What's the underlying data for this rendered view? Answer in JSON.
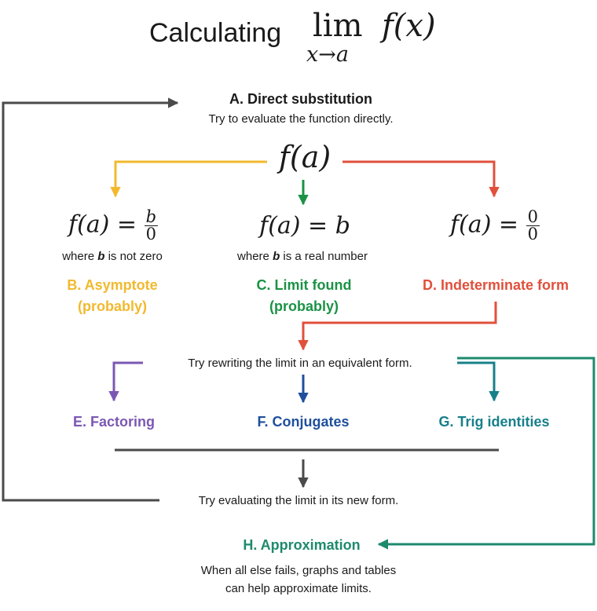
{
  "title": {
    "text": "Calculating",
    "lim": "lim",
    "lim_sub": "x→a",
    "func": "f(x)"
  },
  "step_a": {
    "heading": "A. Direct substitution",
    "desc": "Try to evaluate the function directly."
  },
  "fa_expr": "f(a)",
  "cases": {
    "left": {
      "lhs": "f(a) =",
      "num": "b",
      "den": "0",
      "where_pre": "where ",
      "where_var": "b",
      "where_post": " is not zero",
      "label_line1": "B. Asymptote",
      "label_line2": "(probably)"
    },
    "middle": {
      "expr": "f(a) = b",
      "where_pre": "where ",
      "where_var": "b",
      "where_post": " is a real number",
      "label_line1": "C. Limit found",
      "label_line2": "(probably)"
    },
    "right": {
      "lhs": "f(a) =",
      "num": "0",
      "den": "0",
      "label": "D. Indeterminate form"
    }
  },
  "rewrite_text": "Try rewriting the limit in an equivalent form.",
  "methods": {
    "e": "E. Factoring",
    "f": "F. Conjugates",
    "g": "G. Trig identities"
  },
  "new_form_text": "Try evaluating the limit in its new form.",
  "step_h": {
    "heading": "H. Approximation",
    "line1": "When all else fails, graphs and tables",
    "line2": "can help approximate limits."
  },
  "colors": {
    "yellow": "#f2b92e",
    "green": "#1b9245",
    "red": "#e0503c",
    "purple": "#7b58b3",
    "blue": "#1f4f9c",
    "teal": "#17808a",
    "dark_teal": "#1e8a6d",
    "gray": "#4a4a4a"
  }
}
